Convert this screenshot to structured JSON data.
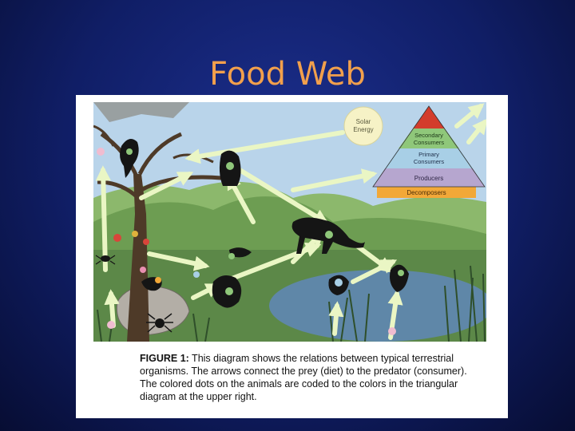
{
  "slide": {
    "title": "Food Web"
  },
  "figure": {
    "sun_label_line1": "Solar",
    "sun_label_line2": "Energy",
    "pyramid": {
      "levels": [
        {
          "label_line1": "Secondary",
          "label_line2": "Consumers",
          "color": "#8fc77a"
        },
        {
          "label_line1": "Primary",
          "label_line2": "Consumers",
          "color": "#a8cfe6"
        },
        {
          "label_line1": "Producers",
          "label_line2": "",
          "color": "#b6a6cf"
        },
        {
          "label_line1": "Decomposers",
          "label_line2": "",
          "color": "#f2a838"
        }
      ],
      "apex_color": "#d33c2c"
    },
    "caption_label": "FIGURE 1:",
    "caption_text": " This diagram shows the relations between typical terrestrial organisms. The arrows connect the prey (diet) to the predator (consumer). The colored dots on the animals are coded to the colors in the triangular diagram at the upper right."
  },
  "colors": {
    "background": "#101e66",
    "title": "#f2a04c",
    "sky": "#b9d4ea",
    "hills": "#74a85a",
    "ground": "#5f8a4a",
    "pond": "#5f87a8",
    "arrow": "#eaf6c4",
    "animal": "#151515"
  }
}
